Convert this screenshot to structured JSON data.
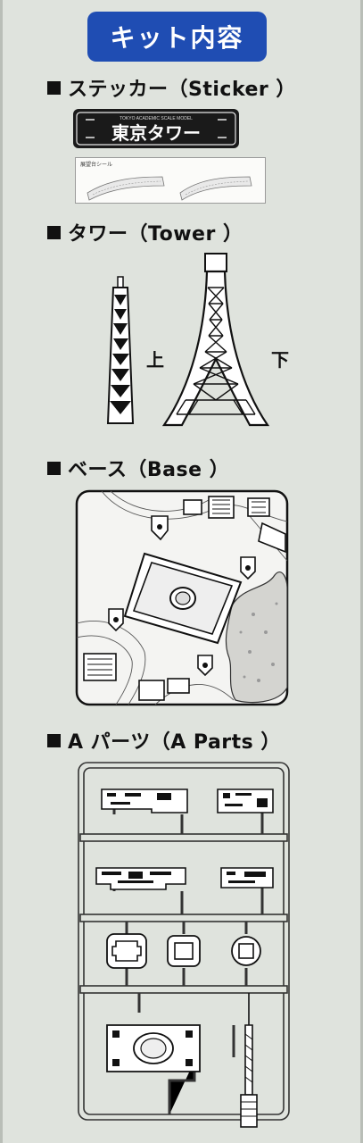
{
  "title": "キット内容",
  "sections": {
    "sticker": {
      "heading": "ステッカー（Sticker ）",
      "logo_text": "東京タワー",
      "logo_small": "TOKYO ACADEMIC SCALE MODEL",
      "sheet_label": "展望台シール"
    },
    "tower": {
      "heading": "タワー（Tower ）",
      "upper": "上",
      "lower": "下"
    },
    "base": {
      "heading": "ベース（Base ）"
    },
    "parts": {
      "heading": "A パーツ（A Parts ）"
    }
  }
}
